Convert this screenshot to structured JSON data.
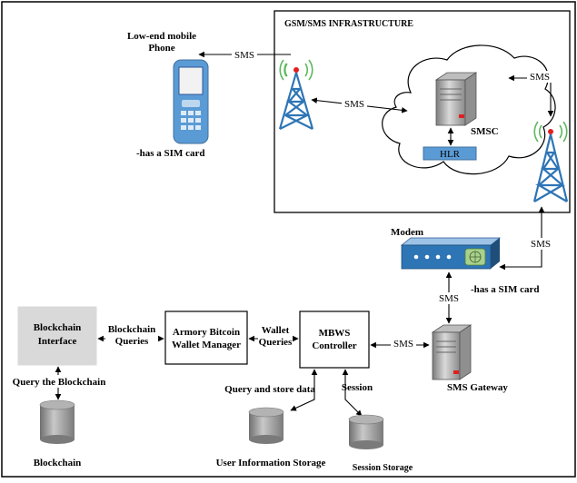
{
  "diagram": {
    "infrastructure_title": "GSM/SMS INFRASTRUCTURE",
    "phone": {
      "label_line1": "Low-end mobile",
      "label_line2": "Phone",
      "sim_note": "-has a SIM card"
    },
    "smsc_label": "SMSC",
    "hlr_label": "HLR",
    "modem": {
      "label": "Modem",
      "sim_note": "-has a SIM card"
    },
    "sms_gateway_label": "SMS Gateway",
    "mbws_controller": {
      "line1": "MBWS",
      "line2": "Controller"
    },
    "wallet_manager": {
      "line1": "Armory Bitcoin",
      "line2": "Wallet Manager"
    },
    "blockchain_interface": {
      "line1": "Blockchain",
      "line2": "Interface"
    },
    "edge_labels": {
      "sms_phone_tower": "SMS",
      "sms_tower_cloud": "SMS",
      "sms_cloud_tower": "SMS",
      "sms_tower_modem": "SMS",
      "sms_modem_gateway": "SMS",
      "sms_gateway_controller": "SMS",
      "wallet_queries_line1": "Wallet",
      "wallet_queries_line2": "Queries",
      "blockchain_queries_line1": "Blockchain",
      "blockchain_queries_line2": "Queries",
      "query_blockchain": "Query the Blockchain",
      "query_store": "Query and store data",
      "session": "Session"
    },
    "storage": {
      "blockchain": "Blockchain",
      "user_info": "User Information Storage",
      "session": "Session Storage"
    }
  }
}
